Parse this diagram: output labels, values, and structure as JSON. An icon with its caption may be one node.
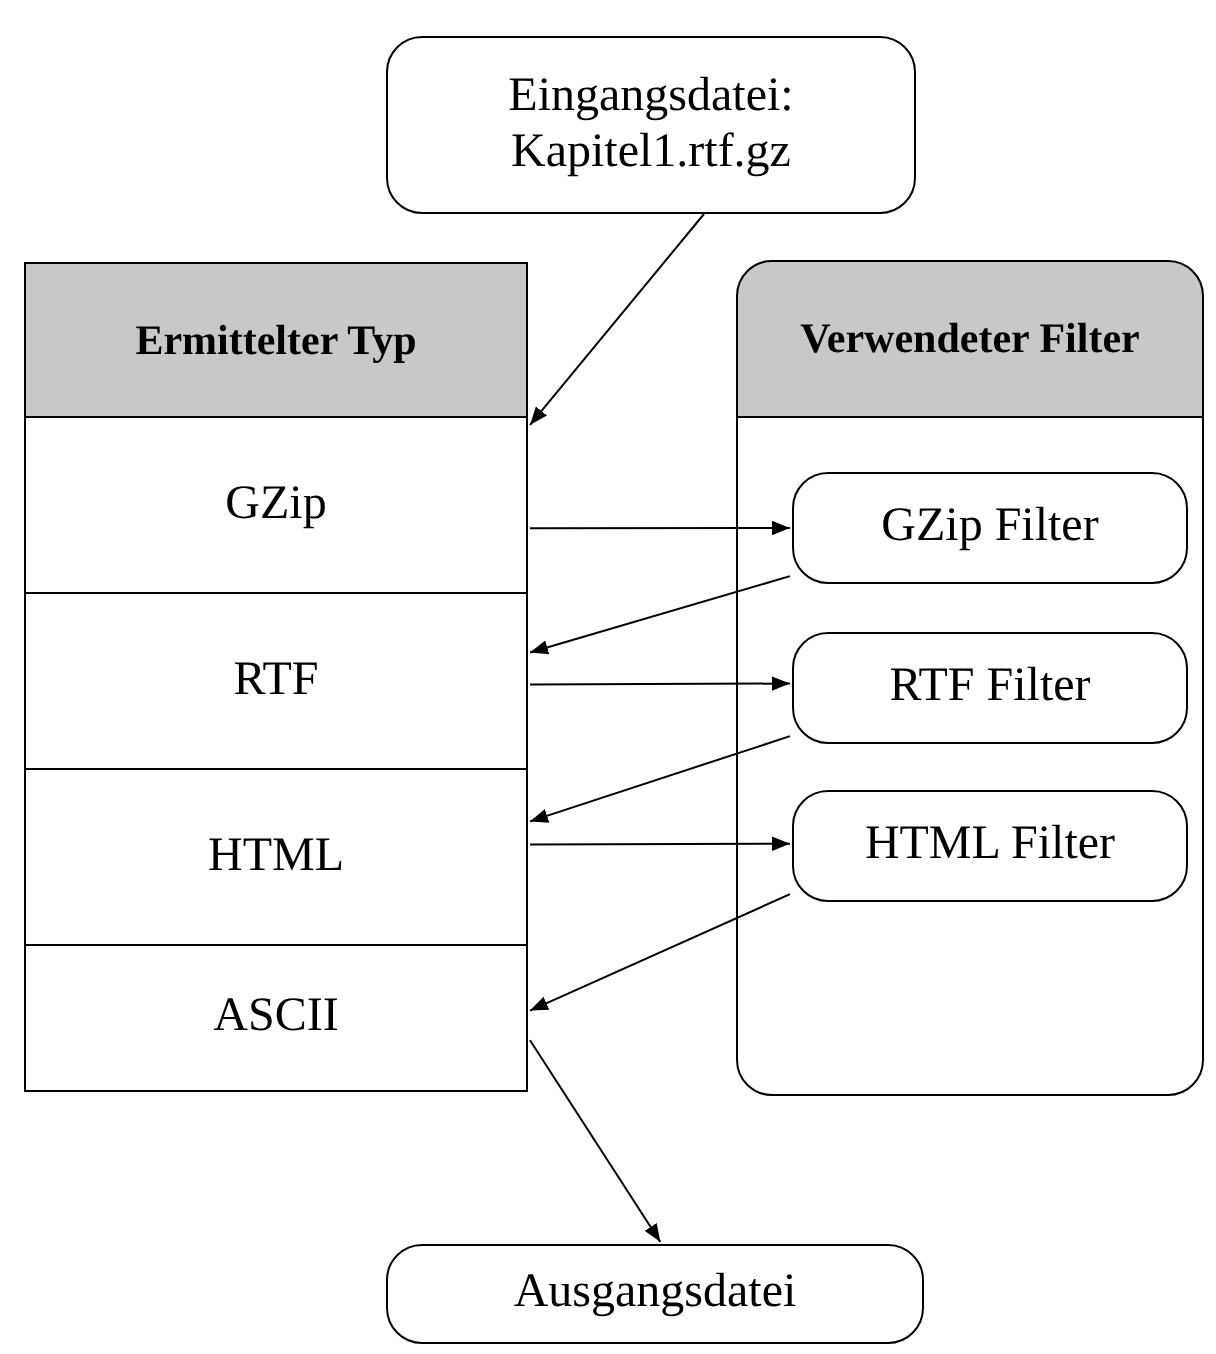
{
  "diagram": {
    "nodes": [
      {
        "text": [
          "Eingangsdatei: Kapitel1.rtf.gz"
        ]
      },
      {
        "text": [
          "Ermittelter Typ"
        ]
      },
      {
        "text": [
          "GZip"
        ]
      },
      {
        "text": [
          "RTF"
        ]
      },
      {
        "text": [
          "HTML"
        ]
      },
      {
        "text": [
          "ASCII"
        ]
      },
      {
        "text": [
          "Verwendeter Filter"
        ]
      },
      {
        "text": [
          "GZip Filter"
        ],
        "in": 6
      },
      {
        "text": [
          "RTF Filter"
        ],
        "in": 6
      },
      {
        "text": [
          "HTML Filter"
        ],
        "in": 6
      },
      {
        "text": [
          "Ausgangsdatei"
        ]
      }
    ],
    "edges": [
      {
        "from": 0,
        "to": 2,
        "arrow": "to"
      },
      {
        "from": 2,
        "to": 7,
        "arrow": "to"
      },
      {
        "from": 7,
        "to": 3,
        "arrow": "to"
      },
      {
        "from": 3,
        "to": 8,
        "arrow": "to"
      },
      {
        "from": 8,
        "to": 4,
        "arrow": "to"
      },
      {
        "from": 4,
        "to": 9,
        "arrow": "to"
      },
      {
        "from": 9,
        "to": 5,
        "arrow": "to"
      },
      {
        "from": 5,
        "to": 10,
        "arrow": "to"
      }
    ]
  }
}
